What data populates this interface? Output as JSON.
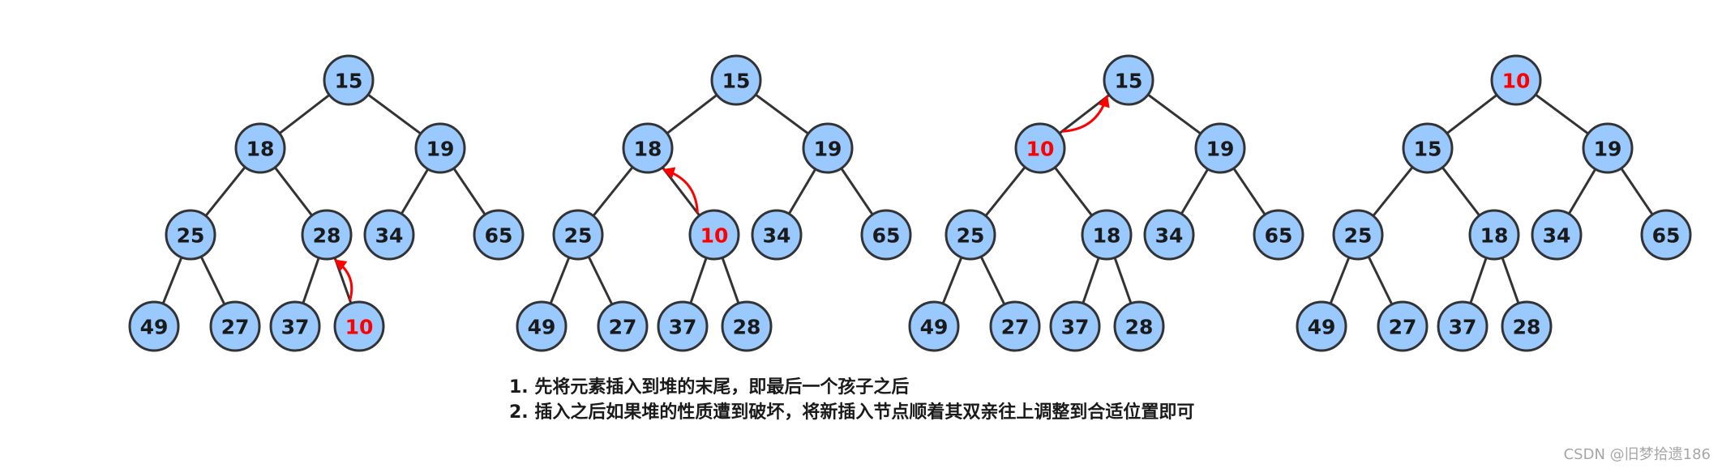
{
  "colors": {
    "node_fill": "#99c9ff",
    "node_stroke": "#333333",
    "text_default": "#1a1a1a",
    "text_highlight": "#ff0000",
    "arrow": "#ff0000"
  },
  "heaps": [
    {
      "name": "step-1-insert-at-end",
      "nodes": [
        "15",
        "18",
        "19",
        "25",
        "28",
        "34",
        "65",
        "49",
        "27",
        "37",
        "10"
      ],
      "highlight": [
        10
      ],
      "arrow": [
        10,
        4
      ]
    },
    {
      "name": "step-2-swap-with-parent",
      "nodes": [
        "15",
        "18",
        "19",
        "25",
        "10",
        "34",
        "65",
        "49",
        "27",
        "37",
        "28"
      ],
      "highlight": [
        4
      ],
      "arrow": [
        4,
        1
      ]
    },
    {
      "name": "step-3-swap-with-grandparent",
      "nodes": [
        "15",
        "10",
        "19",
        "25",
        "18",
        "34",
        "65",
        "49",
        "27",
        "37",
        "28"
      ],
      "highlight": [
        1
      ],
      "arrow": [
        1,
        0
      ]
    },
    {
      "name": "step-4-final-heap",
      "nodes": [
        "10",
        "15",
        "19",
        "25",
        "18",
        "34",
        "65",
        "49",
        "27",
        "37",
        "28"
      ],
      "highlight": [
        0
      ],
      "arrow": null
    }
  ],
  "notes": {
    "line1": "1. 先将元素插入到堆的末尾，即最后一个孩子之后",
    "line2": "2. 插入之后如果堆的性质遭到破坏，将新插入节点顺着其双亲往上调整到合适位置即可"
  },
  "watermark": "CSDN @旧梦拾遗186"
}
